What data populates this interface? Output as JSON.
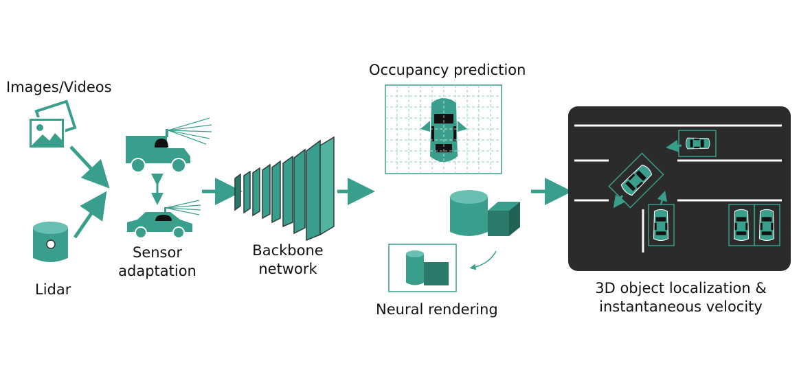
{
  "labels": {
    "images_videos": "Images/Videos",
    "lidar": "Lidar",
    "sensor_line1": "Sensor",
    "sensor_line2": "adaptation",
    "backbone_line1": "Backbone",
    "backbone_line2": "network",
    "occupancy": "Occupancy prediction",
    "neural": "Neural rendering",
    "object_line1": "3D object localization &",
    "object_line2": "instantaneous velocity"
  },
  "colors": {
    "teal": "#3a9e8c",
    "teal_light": "#52b3a2",
    "teal_dark": "#2a7a6c",
    "road": "#2b2b2b",
    "text": "#111111"
  },
  "icons": {
    "images": "picture-stack-icon",
    "lidar": "lidar-cylinder-icon",
    "truck": "truck-sensor-icon",
    "car": "car-sensor-icon",
    "backbone": "layer-stack-icon",
    "occupancy": "occupancy-grid-icon",
    "neural": "shape-render-icon",
    "scene": "road-scene-icon"
  }
}
